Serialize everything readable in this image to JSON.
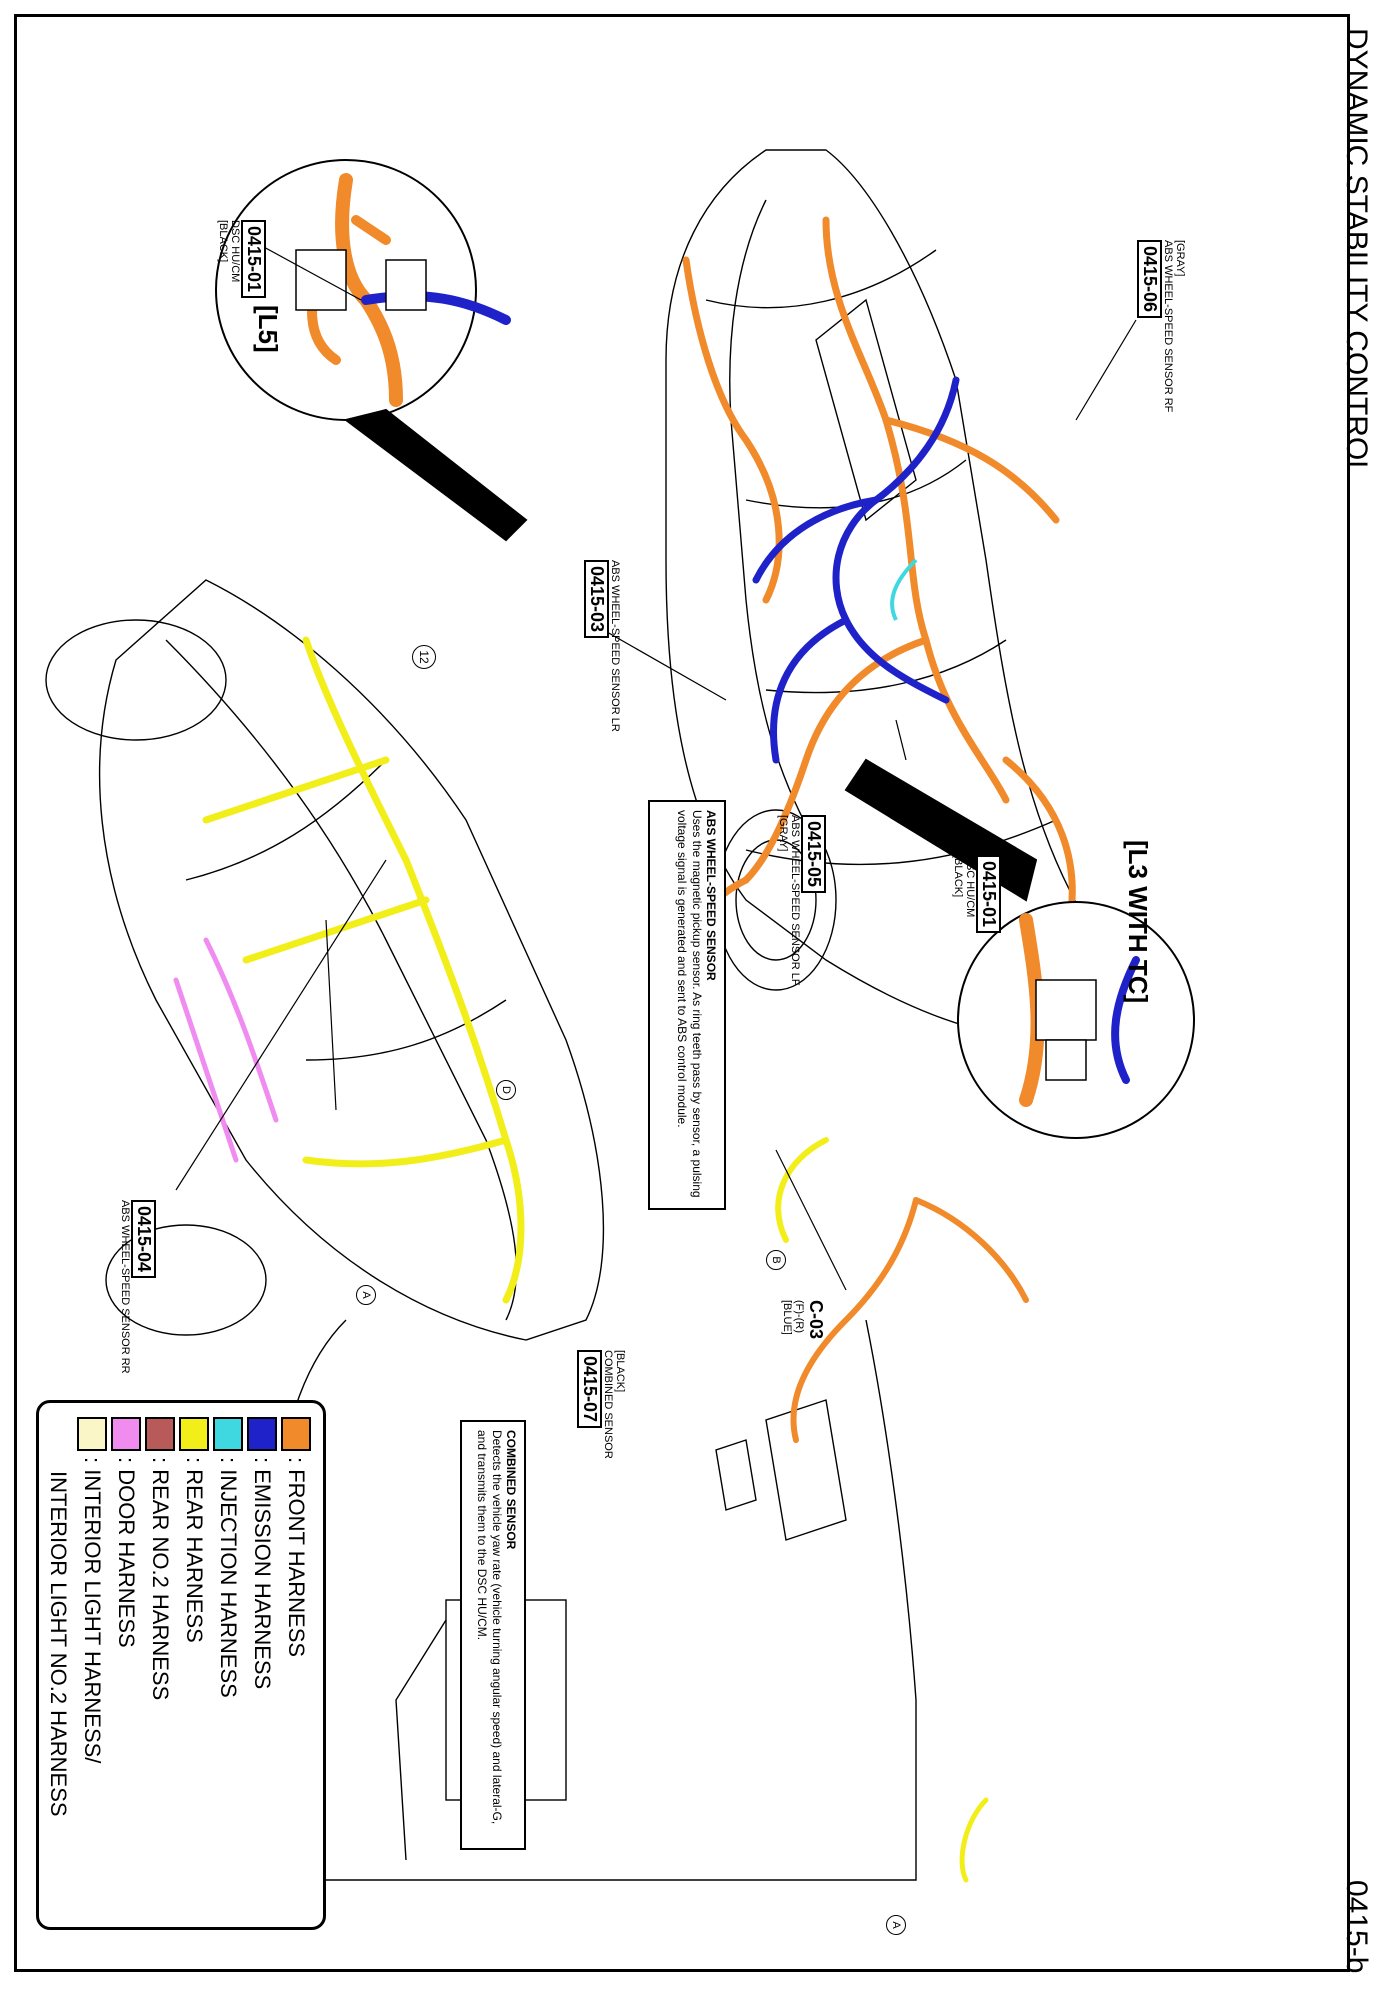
{
  "header": {
    "title": "DYNAMIC STABILITY CONTROL",
    "page_number": "0415-b"
  },
  "insets": {
    "l5": "[L5]",
    "l3": "[L3 WITH TC]"
  },
  "callouts": {
    "c1": {
      "code": "0415-01",
      "name": "DSC HU/CM",
      "color": "[BLACK]"
    },
    "c2": {
      "code": "0415-06",
      "name": "ABS WHEEL-SPEED SENSOR RF",
      "color": "[GRAY]"
    },
    "c3": {
      "code": "0415-03",
      "name": "ABS WHEEL-SPEED SENSOR LR"
    },
    "c4": {
      "code": "0415-05",
      "name": "ABS WHEEL-SPEED SENSOR LF",
      "color": "[GRAY]"
    },
    "c5": {
      "code": "0415-01",
      "name": "DSC HU/CM",
      "color": "[BLACK]"
    },
    "c6": {
      "code": "0415-04",
      "name": "ABS WHEEL-SPEED SENSOR RR"
    },
    "c7": {
      "code": "0415-07",
      "name": "COMBINED SENSOR",
      "color": "[BLACK]"
    },
    "c8": {
      "code": "C-03",
      "line1": "(F)-(R)",
      "line2": "[BLUE]"
    }
  },
  "notes": {
    "abs": {
      "title": "ABS WHEEL-SPEED SENSOR",
      "body": "Uses the magnetic pickup sensor. As ring teeth pass by sensor, a pulsing voltage signal is generated and sent to ABS control module."
    },
    "combined": {
      "title": "COMBINED SENSOR",
      "body": "Detects the vehicle yaw rate (vehicle turning angular speed) and lateral-G, and transmits them to the DSC HU/CM."
    }
  },
  "markers": {
    "m12": "12",
    "mA1": "A",
    "mB": "B",
    "mA2": "A",
    "mD": "D"
  },
  "legend": [
    {
      "color": "#F08A2A",
      "label": ": FRONT HARNESS"
    },
    {
      "color": "#1E22C8",
      "label": ": EMISSION HARNESS"
    },
    {
      "color": "#3FD8E0",
      "label": ": INJECTION HARNESS"
    },
    {
      "color": "#F2EE1A",
      "label": ": REAR HARNESS"
    },
    {
      "color": "#B85A5A",
      "label": ": REAR NO.2 HARNESS"
    },
    {
      "color": "#F08CF0",
      "label": ": DOOR HARNESS"
    },
    {
      "color": "#FBF6C8",
      "label": ": INTERIOR LIGHT HARNESS/"
    },
    {
      "color": "",
      "label": "INTERIOR LIGHT NO.2 HARNESS"
    }
  ]
}
